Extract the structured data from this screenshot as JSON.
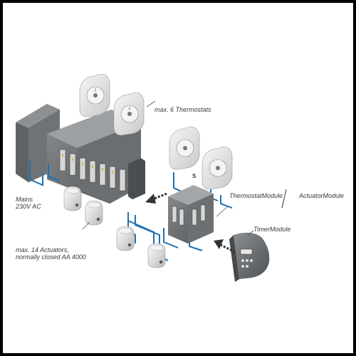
{
  "labels": {
    "thermostats": "max. 6 Thermostats",
    "mains_line1": "Mains",
    "mains_line2": "230V AC",
    "actuators_line1": "max. 14 Actuators,",
    "actuators_line2": "normally closed AA 4000",
    "thermostat_module": "ThermostatModule",
    "actuator_module": "ActuatorModule",
    "timer_module": "TimerModule",
    "connector_s": "S"
  },
  "components": {
    "thermostats_top": [
      "thermostat-1",
      "thermostat-2"
    ],
    "thermostats_right": [
      "thermostat-3",
      "thermostat-4"
    ],
    "actuators": [
      "actuator-1",
      "actuator-2",
      "actuator-3",
      "actuator-4"
    ]
  },
  "colors": {
    "cable": "#1f6fb2",
    "device_dark": "#555a5c",
    "device_light": "#e6e6e6",
    "arrow": "#333333"
  }
}
